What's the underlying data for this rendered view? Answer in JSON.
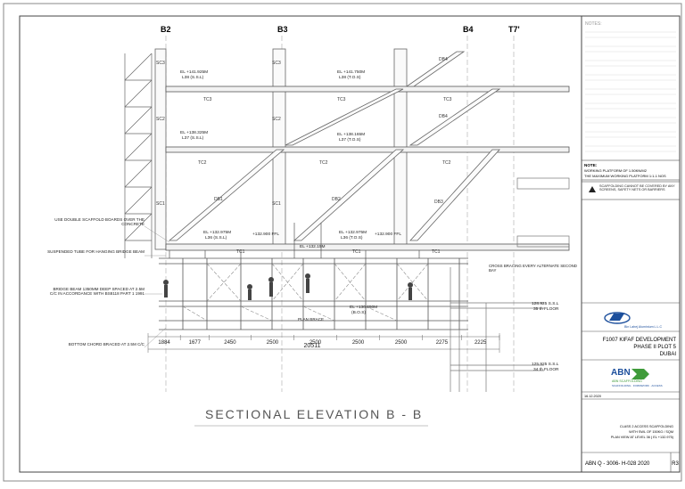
{
  "grid": {
    "b2": "B2",
    "b3": "B3",
    "b4": "B4",
    "t7": "T7'"
  },
  "levels": {
    "l38_el": "EL +141.925M",
    "l38_name": "L38 (S.S.L)",
    "l38_top": "EL +141.750M",
    "l38_top_name": "L38 (T.O.S)",
    "l37_el": "EL +138.325M",
    "l37_name": "L37 (S.S.L)",
    "l37_top": "EL +138.165M",
    "l37_top_name": "L37 (T.O.S)",
    "l36_el": "EL +132.975M",
    "l36_name": "L36 (S.S.L)",
    "l36_ffl": "+132.900 FFL",
    "l36_top": "EL +132.975M",
    "l36_top_name": "L36 (T.O.S)",
    "mid_el": "EL +132.15M",
    "bottom_el": "EL +130.050M",
    "bottom_name": "(B.O.S)",
    "floor35_el": "128.925 S.S.L",
    "floor35": "35 th FLOOR",
    "floor34_el": "125.925 S.S.L",
    "floor34": "34 th FLOOR"
  },
  "members": {
    "tc3": "TC3",
    "tc2": "TC2",
    "tc1": "TC1",
    "db4": "DB4",
    "db3": "DB3",
    "db2": "DB2",
    "db1": "DB1",
    "sc1": "SC1",
    "sc2": "SC2",
    "sc3": "SC3"
  },
  "annotations": {
    "boards": "USE DOUBLE SCAFFOLD BOARDS OVER THE CONCRETE",
    "suspended": "SUSPENDED TUBE FOR HANGING BRIDGE BEAM",
    "bridge": "BRIDGE BEAM 1350MM DEEP SPACED AT 2.5M C/C IN ACCORDANCE WITH BS8118 PART 1 1991",
    "bottom_chord": "BOTTOM CHORD BRACED AT 2.5M C/C",
    "cross": "CROSS BRACING EVERY ALTERNATE SECOND BAY",
    "plan": "PLAN BRACE"
  },
  "dimensions": {
    "spans": [
      "1884",
      "1677",
      "2450",
      "2500",
      "2500",
      "2500",
      "2500",
      "2275",
      "2225"
    ],
    "total": "20511"
  },
  "title": "SECTIONAL ELEVATION B - B",
  "notes": {
    "header": "NOTES:",
    "note_label": "NOTE:",
    "working1": "WORKING PLATFORM OF 1.50KN/M2",
    "working2": "THE MAXIMUM WORKING PLATFORM 1:1-1 NOS",
    "warning": "SCAFFOLDING CANNOT BE COVERED BY ANY SCREENS, SAFETY NETS OR BARRIERS"
  },
  "title_block": {
    "company": "Bin Lahej Aluminium L.L.C",
    "project1": "F1007 KIFAF DEVELOPMENT",
    "project2": "PHASE II PLOT 5",
    "project3": "DUBAI",
    "abn_logo": "ABN",
    "abn_company": "ABN SCAFFOLDING",
    "abn_tag": "SCAFFOLDING . FORMWORK . ACCESS",
    "date": "16.12.2020",
    "desc1": "CLASS 2 ACCESS SCAFFOLDING",
    "desc2": "WITH SWL OF 150KG / SQM",
    "desc3": "PLAN VIEW AT LEVEL 36 ( EL +132.975)",
    "drawing_no": "ABN Q - 3006- H-028 2020",
    "rev": "R3"
  },
  "colors": {
    "line": "#555555",
    "blue": "#1c4f9c",
    "green": "#3f9b3a"
  }
}
